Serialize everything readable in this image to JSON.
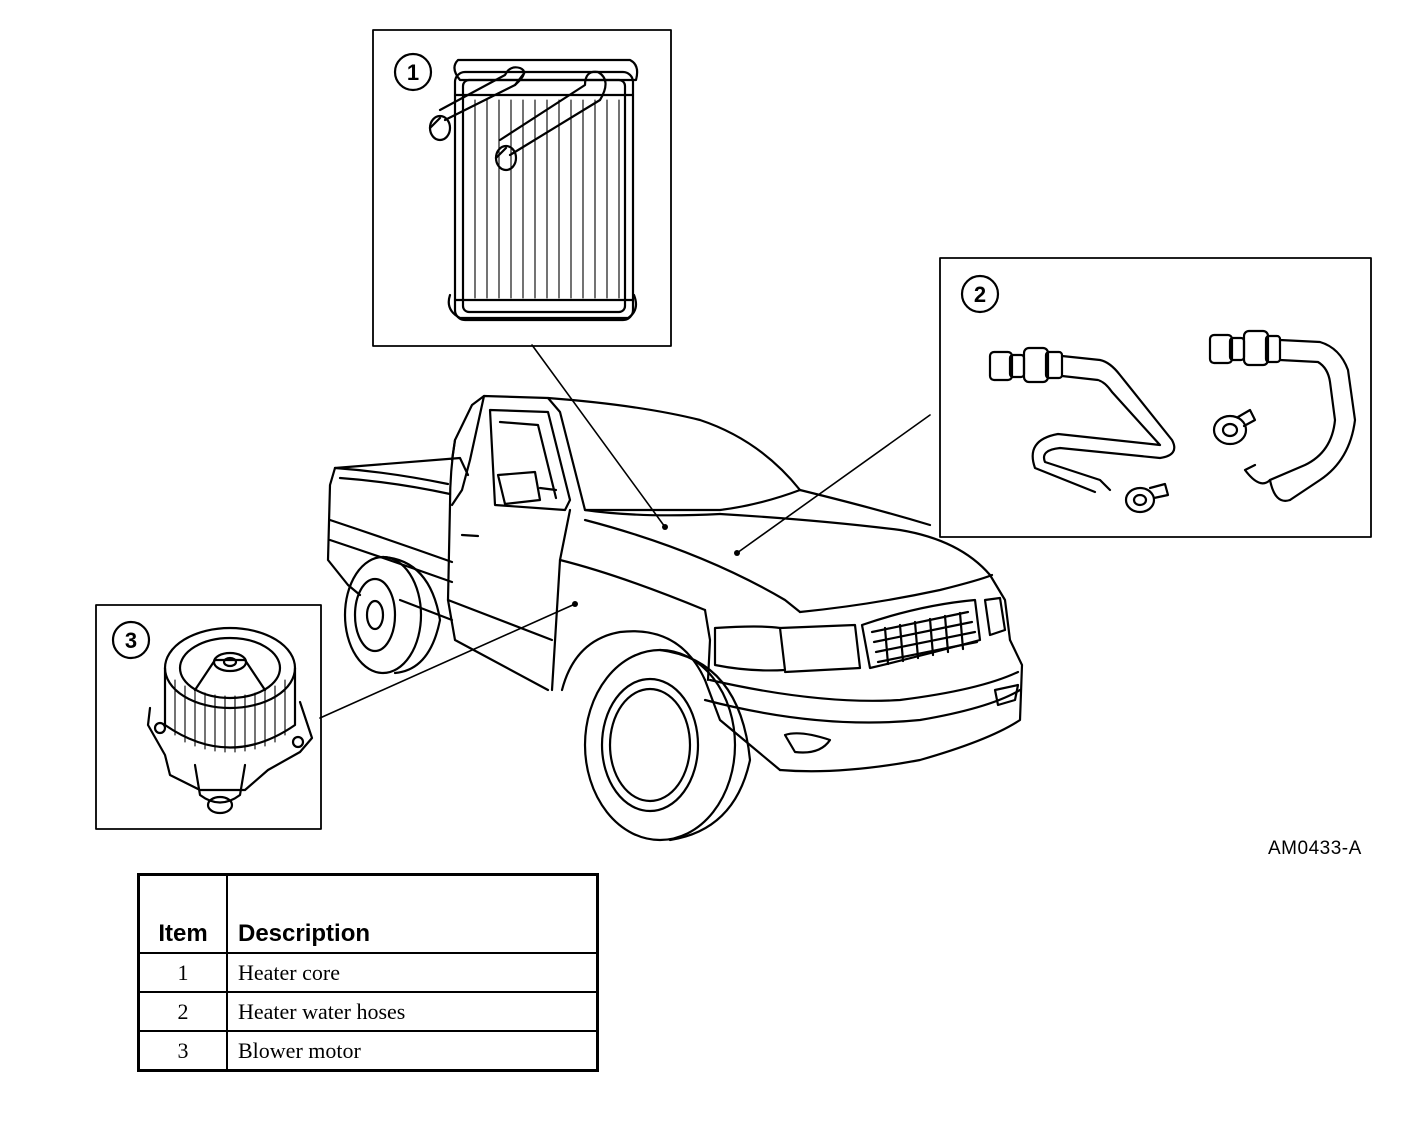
{
  "callouts": [
    {
      "number": "1"
    },
    {
      "number": "2"
    },
    {
      "number": "3"
    }
  ],
  "figure_id": "AM0433-A",
  "legend": {
    "headers": {
      "item": "Item",
      "description": "Description"
    },
    "rows": [
      {
        "item": "1",
        "description": "Heater core"
      },
      {
        "item": "2",
        "description": "Heater water hoses"
      },
      {
        "item": "3",
        "description": "Blower motor"
      }
    ]
  }
}
